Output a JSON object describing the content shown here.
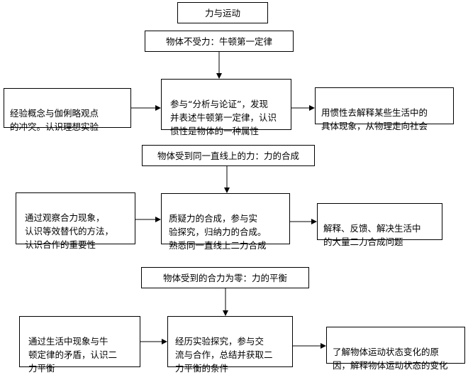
{
  "title": "力与运动",
  "sections": [
    {
      "heading": "物体不受力：牛顿第一定律",
      "left": "经验概念与伽俐略观点\n的冲突。认识理想实验",
      "center": "参与“分析与论证”，发现\n并表述牛顿第一定律，认识\n惯性是物体的一种属性",
      "right": "用惯性去解释某些生活中的\n具体现象，从物理走向社会"
    },
    {
      "heading": "物体受到同一直线上的力：力的合成",
      "left": "通过观察合力现象，\n认识等效替代的方法，\n认识合作的重要性",
      "center": "质疑力的合成，参与实\n验探究，归纳力的合成。\n熟悉同一直线上二力合成",
      "right": "解释、反馈、解决生活中\n的大量二力合成问题"
    },
    {
      "heading": "物体受到的合力为零：力的平衡",
      "left": "通过生活中现象与牛\n顿定律的矛盾，认识二\n力平衡",
      "center": "经历实验探究，参与交\n流与合作，总结并获取二\n力平衡的条件",
      "right": "了解物体运动状态变化的原\n因，解释物体运动状态的变化"
    }
  ]
}
